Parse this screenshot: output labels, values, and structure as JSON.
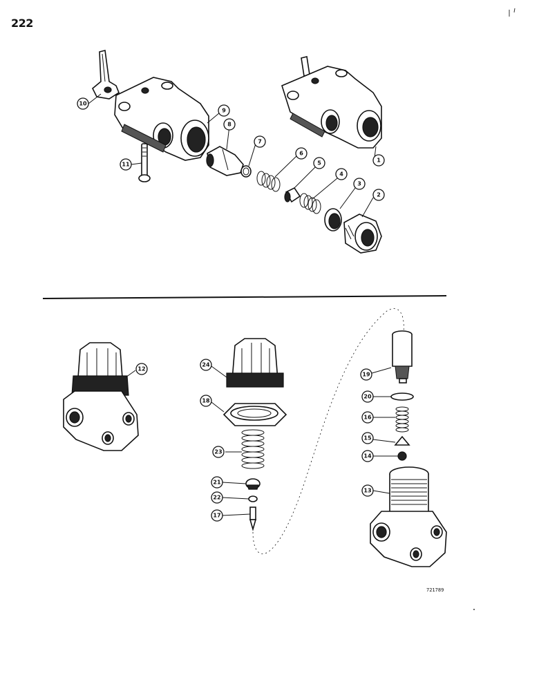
{
  "page_number": "222",
  "figure_id": "721789",
  "callouts": [
    {
      "id": "c1",
      "label": "1"
    },
    {
      "id": "c2",
      "label": "2"
    },
    {
      "id": "c3",
      "label": "3"
    },
    {
      "id": "c4",
      "label": "4"
    },
    {
      "id": "c5",
      "label": "5"
    },
    {
      "id": "c6",
      "label": "6"
    },
    {
      "id": "c7",
      "label": "7"
    },
    {
      "id": "c8",
      "label": "8"
    },
    {
      "id": "c9",
      "label": "9"
    },
    {
      "id": "c10",
      "label": "10"
    },
    {
      "id": "c11",
      "label": "11"
    },
    {
      "id": "c12",
      "label": "12"
    },
    {
      "id": "c24",
      "label": "24"
    },
    {
      "id": "c18",
      "label": "18"
    },
    {
      "id": "c23",
      "label": "23"
    },
    {
      "id": "c21",
      "label": "21"
    },
    {
      "id": "c22",
      "label": "22"
    },
    {
      "id": "c17",
      "label": "17"
    },
    {
      "id": "c19",
      "label": "19"
    },
    {
      "id": "c20",
      "label": "20"
    },
    {
      "id": "c16",
      "label": "16"
    },
    {
      "id": "c15",
      "label": "15"
    },
    {
      "id": "c14",
      "label": "14"
    },
    {
      "id": "c13",
      "label": "13"
    }
  ]
}
